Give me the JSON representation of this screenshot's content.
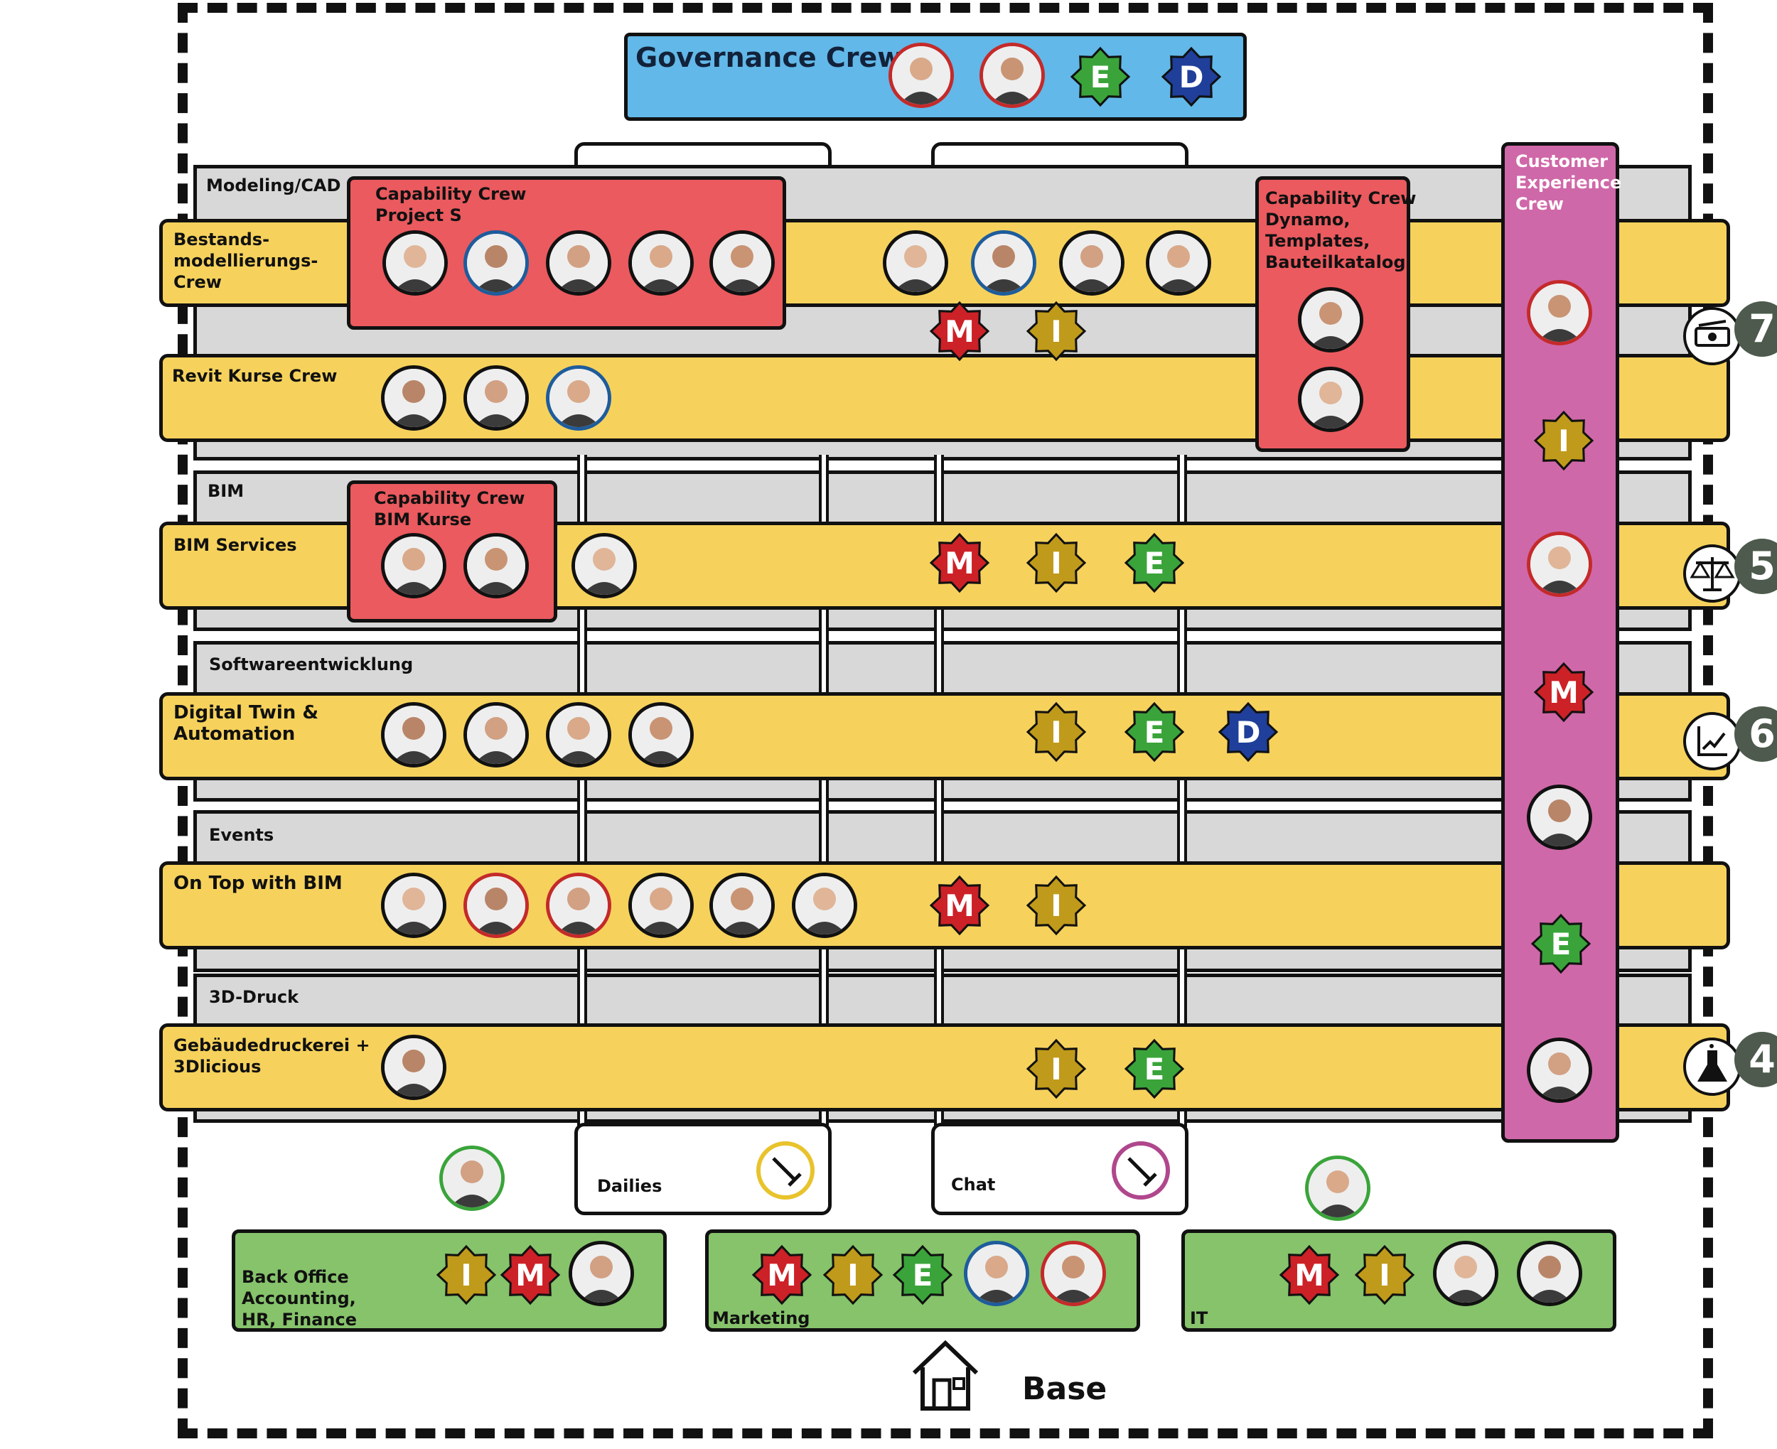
{
  "governance": {
    "title": "Governance Crew",
    "badges": [
      "E",
      "D"
    ]
  },
  "crews": {
    "bestand": "Bestands-\nmodellierungs-\nCrew",
    "revit": "Revit Kurse Crew",
    "bim_services": "BIM Services",
    "digital_twin": "Digital Twin &\nAutomation",
    "on_top": "On Top with BIM",
    "druck": "Gebäudedruckerei +\n3Dlicious"
  },
  "chapters": {
    "modeling": "Modeling/CAD",
    "bim": "BIM",
    "software": "Softwareentwicklung",
    "events": "Events",
    "druck3d": "3D-Druck"
  },
  "capability_crews": {
    "project_s": "Capability Crew\nProject S",
    "dynamo": "Capability Crew\nDynamo,\nTemplates,\nBauteilkatalog",
    "bim_kurse": "Capability Crew\nBIM Kurse"
  },
  "customer_experience": "Customer\nExperience\nCrew",
  "rituals": {
    "dailies": "Dailies",
    "chat": "Chat"
  },
  "base_units": {
    "backoffice": "Back Office\nAccounting,\nHR, Finance",
    "marketing": "Marketing",
    "it": "IT"
  },
  "base": "Base",
  "numbers": [
    "7",
    "5",
    "6",
    "4"
  ],
  "badge_letters": {
    "M": "M",
    "I": "I",
    "E": "E",
    "D": "D"
  },
  "colors": {
    "M": "#cc2127",
    "I": "#c09a1a",
    "E": "#3aa43a",
    "D": "#1f3f9a",
    "yellow": "#f6d25c",
    "red": "#ea5a5e",
    "purple": "#cf68a8",
    "green": "#86c36b",
    "blue": "#62b8e8"
  }
}
